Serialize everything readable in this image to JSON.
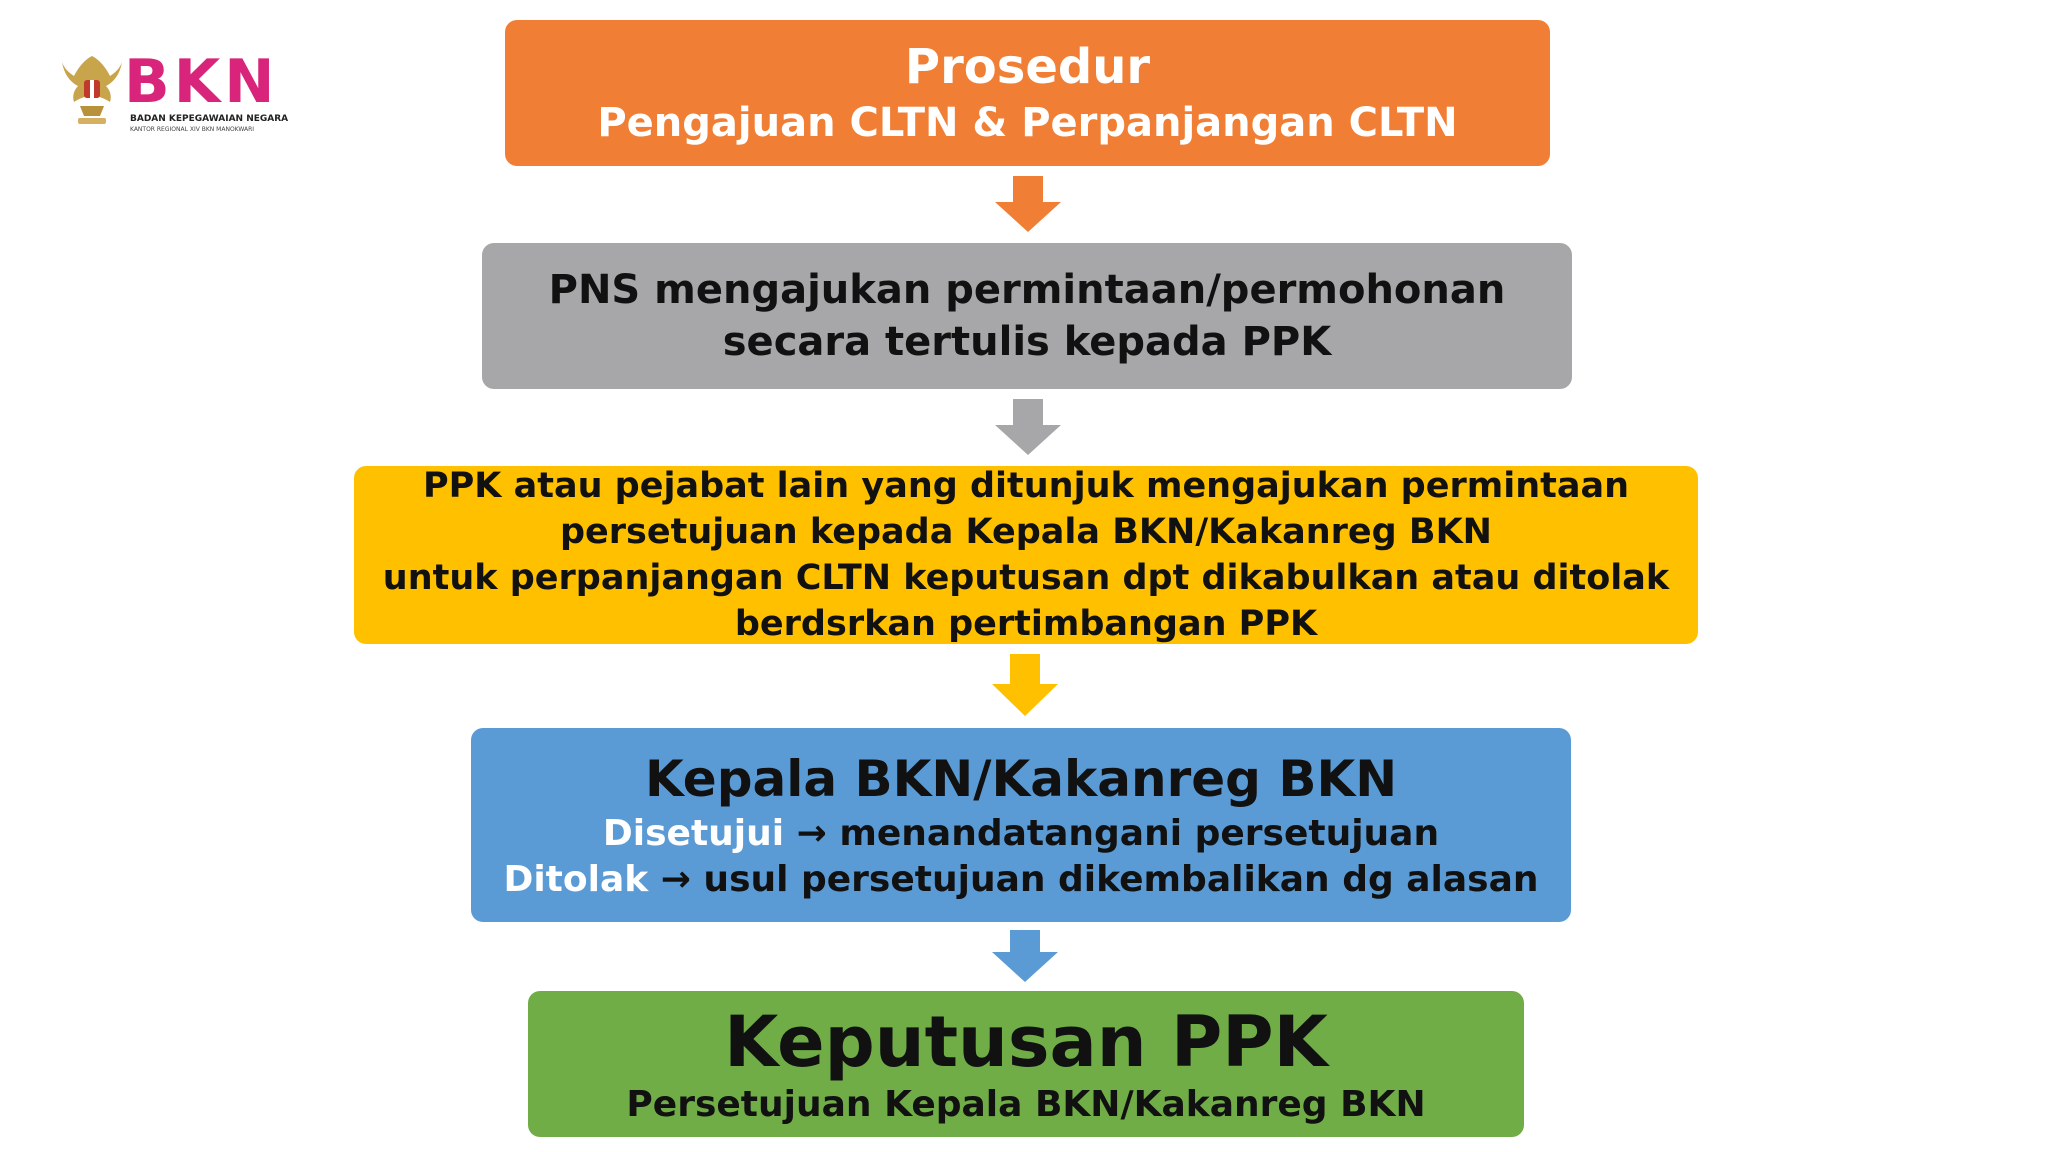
{
  "logo": {
    "letters": "BKN",
    "org_name": "BADAN KEPEGAWAIAN NEGARA",
    "office": "KANTOR REGIONAL XIV BKN MANOKWARI"
  },
  "steps": {
    "title": {
      "line1": "Prosedur",
      "line2": "Pengajuan CLTN &  Perpanjangan CLTN"
    },
    "step1": {
      "line1": "PNS mengajukan permintaan/permohonan",
      "line2": "secara tertulis kepada PPK"
    },
    "step2": {
      "line1": "PPK atau pejabat lain yang ditunjuk mengajukan permintaan",
      "line2": "persetujuan kepada Kepala BKN/Kakanreg BKN",
      "line3": "untuk perpanjangan CLTN keputusan dpt dikabulkan atau ditolak",
      "line4": "berdsrkan pertimbangan PPK"
    },
    "step3": {
      "heading": "Kepala BKN/Kakanreg BKN",
      "approved_label": "Disetujui",
      "approved_text": " → menandatangani persetujuan",
      "rejected_label": "Ditolak",
      "rejected_text": " → usul persetujuan dikembalikan dg alasan"
    },
    "step4": {
      "heading": "Keputusan PPK",
      "sub": "Persetujuan Kepala BKN/Kakanreg BKN"
    }
  },
  "colors": {
    "title": "#f07f35",
    "step1": "#a7a6a8",
    "step2": "#ffc000",
    "step3": "#5b9bd5",
    "step4": "#70ad47"
  },
  "icons": [
    "garuda-emblem-icon",
    "arrow-down-icon"
  ]
}
